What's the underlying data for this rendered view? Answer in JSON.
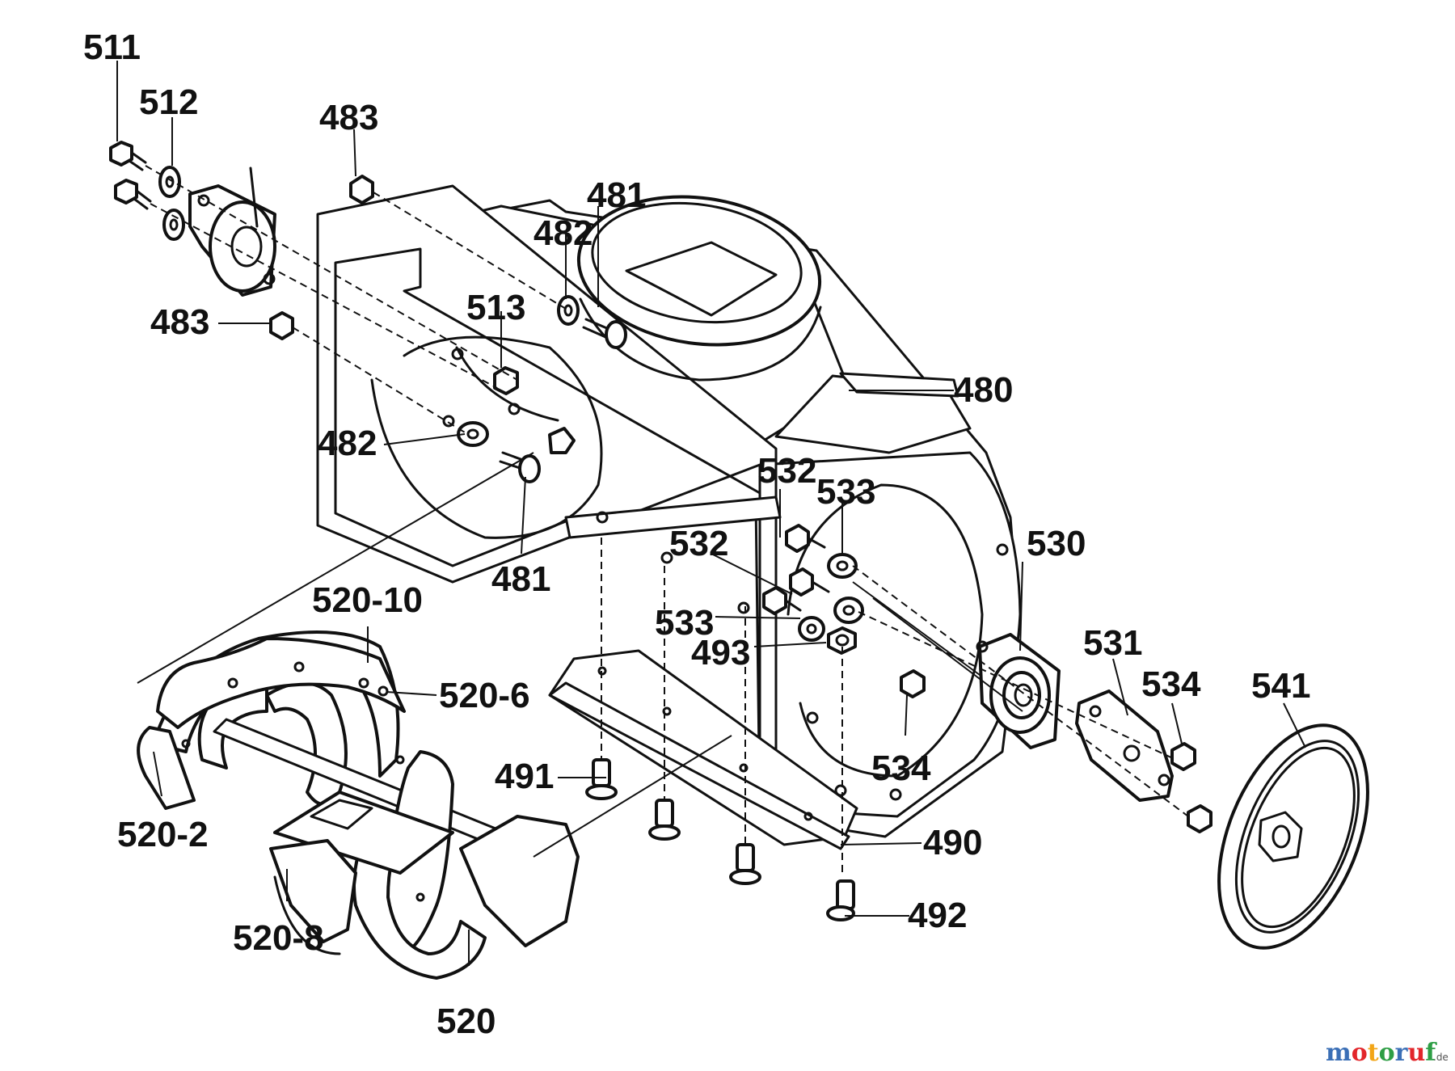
{
  "diagram": {
    "type": "exploded-parts-diagram",
    "callouts": {
      "c511": "511",
      "c512": "512",
      "c483a": "483",
      "c483b": "483",
      "c481a": "481",
      "c482a": "482",
      "c513": "513",
      "c480": "480",
      "c482b": "482",
      "c481b": "481",
      "c532a": "532",
      "c533a": "533",
      "c532b": "532",
      "c530": "530",
      "c520_10": "520-10",
      "c533b": "533",
      "c493": "493",
      "c531": "531",
      "c534a": "534",
      "c541": "541",
      "c520_6": "520-6",
      "c491": "491",
      "c534b": "534",
      "c520_2": "520-2",
      "c490": "490",
      "c492": "492",
      "c520_8": "520-8",
      "c520": "520"
    }
  },
  "watermark": {
    "brand": "motoruf",
    "suffix": ".de",
    "colors": {
      "m": "#3b6fb6",
      "o": "#e2262b",
      "t": "#f2a516",
      "o2": "#2e9e45",
      "r": "#3b6fb6",
      "u": "#e2262b",
      "f": "#2e9e45"
    }
  }
}
